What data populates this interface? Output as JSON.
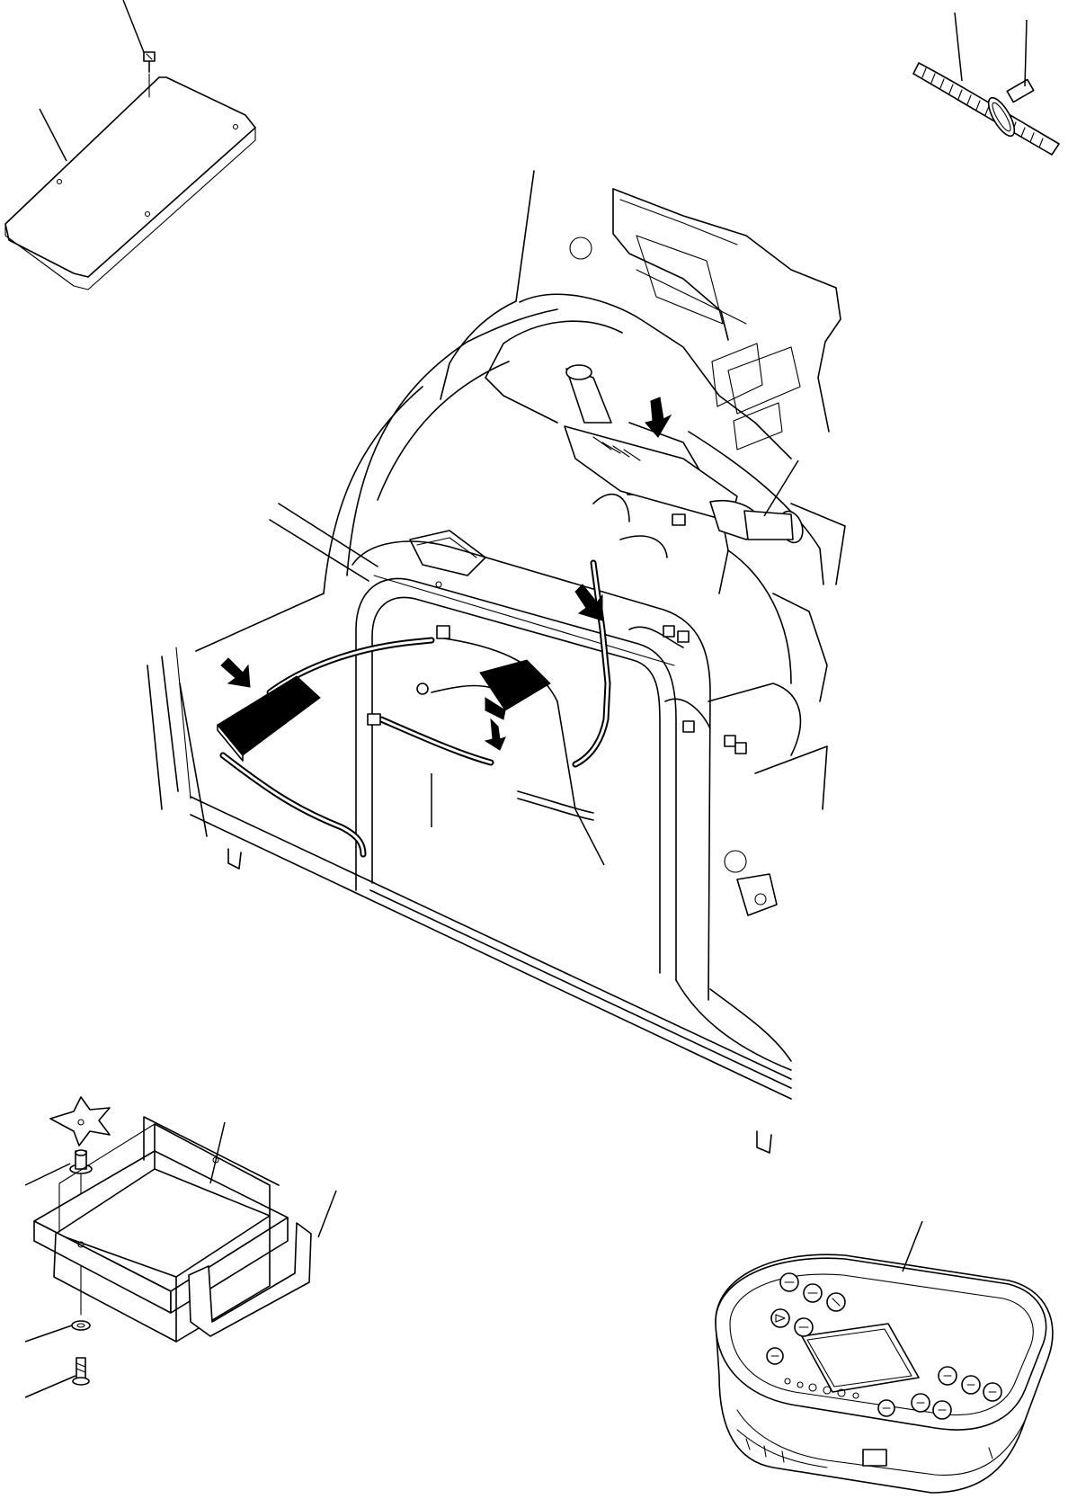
{
  "drawing": {
    "kind": "exploded parts diagram",
    "text_labels": []
  },
  "colors": {
    "line": "#000000",
    "background": "#ffffff"
  },
  "parts": [
    {
      "name": "cover-plate",
      "icon": "plate-icon"
    },
    {
      "name": "screw",
      "icon": "screw-icon"
    },
    {
      "name": "cable-tie",
      "icon": "clamp-icon"
    },
    {
      "name": "wiring-harness",
      "icon": "harness-icon"
    },
    {
      "name": "controller-box",
      "icon": "controller-icon"
    },
    {
      "name": "combination-switch",
      "icon": "switch-icon"
    },
    {
      "name": "bracket-tray",
      "icon": "tray-icon"
    },
    {
      "name": "monitor-panel",
      "icon": "monitor-icon"
    }
  ]
}
